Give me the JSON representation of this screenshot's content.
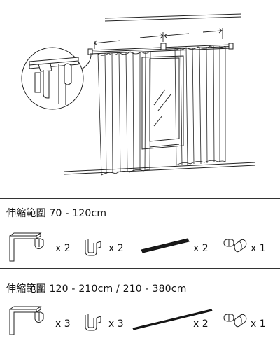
{
  "sections": [
    {
      "title": "伸縮範圍 70 - 120cm",
      "items": [
        {
          "icon": "wall-bracket-icon",
          "quantity": "x 2"
        },
        {
          "icon": "ceiling-bracket-icon",
          "quantity": "x 2"
        },
        {
          "icon": "curtain-rod-icon",
          "quantity": "x 2"
        },
        {
          "icon": "end-cap-icon",
          "quantity": "x 1"
        }
      ]
    },
    {
      "title": "伸縮範圍 120 - 210cm / 210 - 380cm",
      "items": [
        {
          "icon": "wall-bracket-icon",
          "quantity": "x 3"
        },
        {
          "icon": "ceiling-bracket-icon",
          "quantity": "x 3"
        },
        {
          "icon": "curtain-rod-icon",
          "quantity": "x 2"
        },
        {
          "icon": "end-cap-icon",
          "quantity": "x 1"
        }
      ]
    }
  ]
}
